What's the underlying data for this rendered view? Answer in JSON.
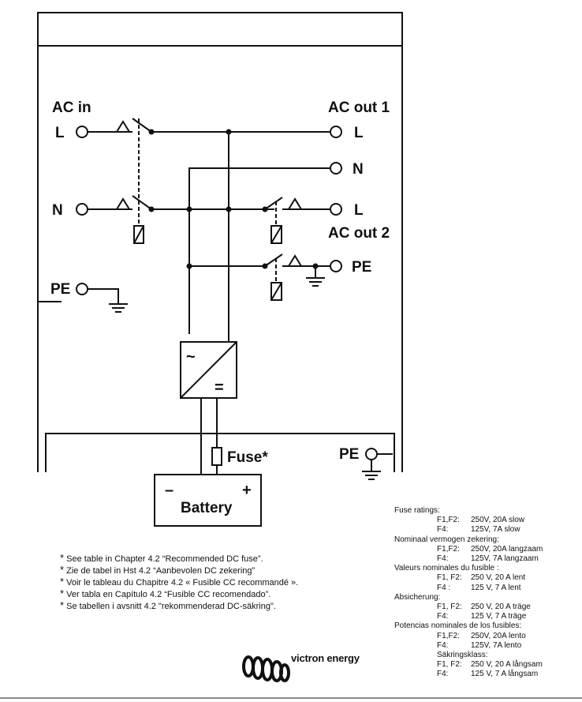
{
  "diagram": {
    "ac_in_label": "AC in",
    "ac_in_l": "L",
    "ac_in_n": "N",
    "pe_label": "PE",
    "ac_out1_label": "AC out 1",
    "ac_out1_l": "L",
    "ac_out1_n": "N",
    "ac_out2_label": "AC out 2",
    "ac_out2_l": "L",
    "ac_out2_pe": "PE",
    "inverter_ac_symbol": "~",
    "inverter_dc_symbol": "=",
    "fuse_label": "Fuse*",
    "pe_bottom_label": "PE",
    "battery_label": "Battery",
    "battery_minus": "–",
    "battery_plus": "+"
  },
  "footnotes": [
    "See table in Chapter 4.2 “Recommended DC fuse”.",
    "Zie de tabel in Hst 4.2 “Aanbevolen DC zekering”",
    "Voir le tableau du Chapitre 4.2 « Fusible CC recommandé ».",
    "Ver tabla en Capítulo 4.2 “Fusible CC recomendado”.",
    "Se tabellen i avsnitt 4.2 \"rekommenderad DC-säkring\"."
  ],
  "footnote_marker": "*",
  "fuse_ratings": [
    {
      "heading": "Fuse ratings:",
      "rows": [
        {
          "key": "F1,F2:",
          "value": "250V, 20A slow"
        },
        {
          "key": "F4:",
          "value": "125V, 7A slow"
        }
      ]
    },
    {
      "heading": "Nominaal vermogen zekering:",
      "rows": [
        {
          "key": "F1,F2:",
          "value": "250V, 20A langzaam"
        },
        {
          "key": "F4:",
          "value": "125V, 7A langzaam"
        }
      ]
    },
    {
      "heading": "Valeurs nominales du fusible :",
      "rows": [
        {
          "key": "F1, F2:",
          "value": "250 V, 20 A lent"
        },
        {
          "key": "F4 :",
          "value": "125 V, 7 A lent"
        }
      ]
    },
    {
      "heading": "Absicherung:",
      "rows": [
        {
          "key": "F1, F2:",
          "value": "250 V, 20 A träge"
        },
        {
          "key": "F4:",
          "value": "125 V, 7 A träge"
        }
      ]
    },
    {
      "heading": "Potencias nominales de los fusibles:",
      "rows": [
        {
          "key": "F1,F2:",
          "value": "250V, 20A lento"
        },
        {
          "key": "F4:",
          "value": "125V, 7A lento"
        }
      ]
    },
    {
      "heading": "",
      "rows": [
        {
          "key": "Säkringsklass:",
          "value": ""
        },
        {
          "key": "F1, F2:",
          "value": "250 V, 20 A långsam"
        },
        {
          "key": "F4:",
          "value": "125 V, 7 A långsam"
        }
      ]
    }
  ],
  "logo": {
    "text": "victron energy",
    "icon": "victron-coil-icon"
  }
}
